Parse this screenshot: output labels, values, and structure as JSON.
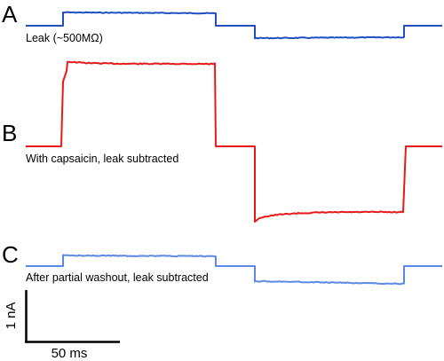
{
  "panels": [
    {
      "letter": "A",
      "caption": "Leak (~500MΩ)",
      "color": "#1f4fc2"
    },
    {
      "letter": "B",
      "caption": "With capsaicin, leak subtracted",
      "color": "#e8191a"
    },
    {
      "letter": "C",
      "caption": "After partial washout, leak subtracted",
      "color": "#5a8ae6"
    }
  ],
  "scale_bar": {
    "current_label": "1 nA",
    "time_label": "50 ms"
  }
}
